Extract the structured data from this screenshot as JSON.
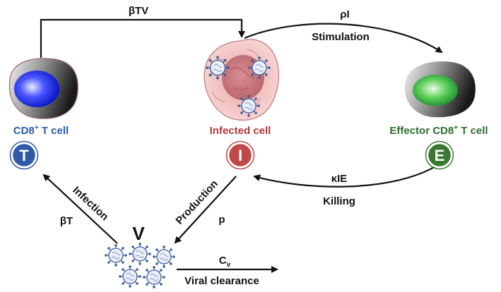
{
  "cells": {
    "t_cell": {
      "label": "CD8",
      "sup": "+",
      "label_suffix": " T cell",
      "symbol": "T",
      "color": "#2e5aa8"
    },
    "infected_cell": {
      "label": "Infected cell",
      "symbol": "I",
      "color": "#b03a3a"
    },
    "effector_cell": {
      "label": "Effector CD8",
      "sup": "+",
      "label_suffix": " T cell",
      "symbol": "E",
      "color": "#2f6e2f"
    }
  },
  "virus": {
    "symbol": "V"
  },
  "edges": {
    "infection_rate": "βTV",
    "stimulation_rate": "ρI",
    "stimulation_label": "Stimulation",
    "killing_rate": "κIE",
    "killing_label": "Killing",
    "infection_label": "Infection",
    "infection_param": "βT",
    "production_label": "Production",
    "production_param": "p",
    "clearance_param_main": "C",
    "clearance_param_sub": "v",
    "clearance_label": "Viral clearance"
  }
}
